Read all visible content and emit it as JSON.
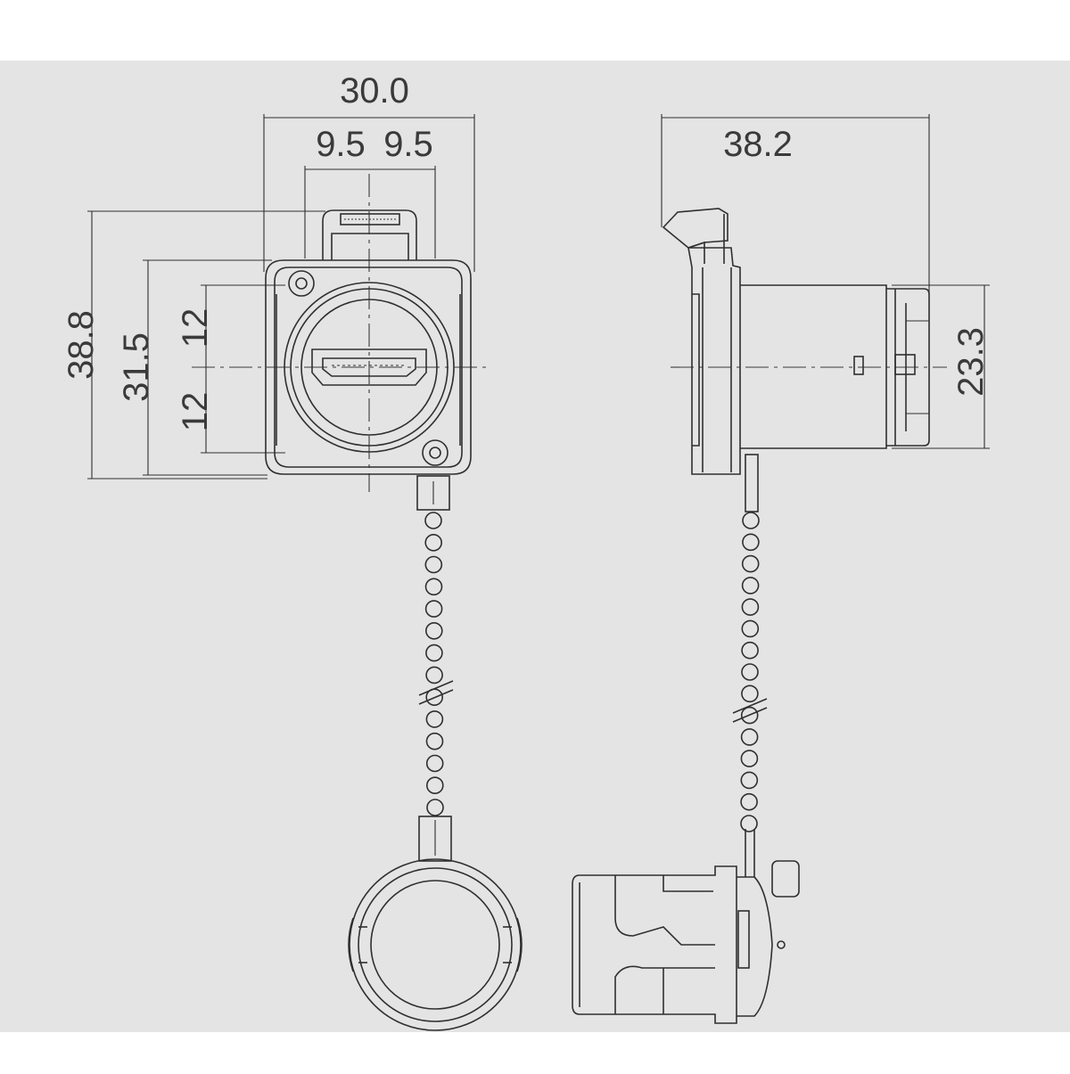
{
  "colors": {
    "background": "#e4e4e4",
    "line": "#2f2f2f",
    "text": "#3a3a3a"
  },
  "front_view": {
    "dim_width_total": "30.0",
    "dim_half_left": "9.5",
    "dim_half_right": "9.5",
    "dim_height_total": "38.8",
    "dim_height_flange": "31.5",
    "dim_center_upper": "12",
    "dim_center_lower": "12"
  },
  "side_view": {
    "dim_depth": "38.2",
    "dim_body_height": "23.3"
  }
}
